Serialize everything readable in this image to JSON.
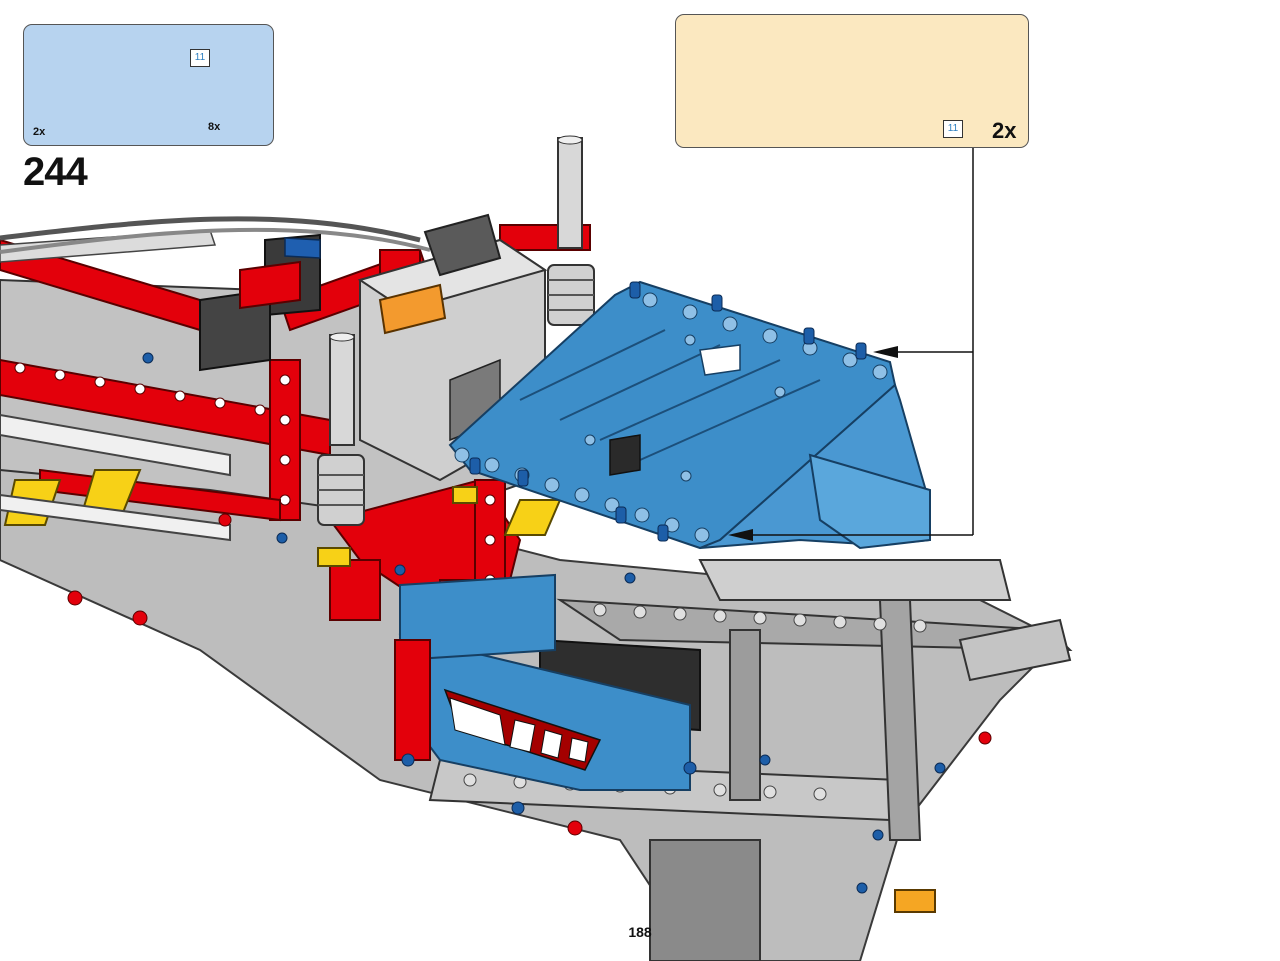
{
  "step": {
    "number": "244",
    "parts_list": [
      {
        "items": [
          {
            "part": "technic-beam-11-blue",
            "quantity": "2x",
            "length_tag": "11"
          },
          {
            "part": "technic-pin-blue",
            "quantity": "8x"
          }
        ]
      }
    ],
    "subassembly": {
      "multiplier": "2x",
      "part": "technic-beam-11-blue-with-pins",
      "length_tag": "11"
    }
  },
  "page": {
    "number": "188"
  },
  "colors": {
    "technic_red": "#e3000b",
    "technic_blue": "#3d8ec9",
    "light_gray": "#b8b8b8",
    "dark_gray": "#5a5a5a",
    "yellow": "#f7d117",
    "parts_box_blue": "#b7d3ef",
    "parts_box_tan": "#fbe8c0"
  }
}
